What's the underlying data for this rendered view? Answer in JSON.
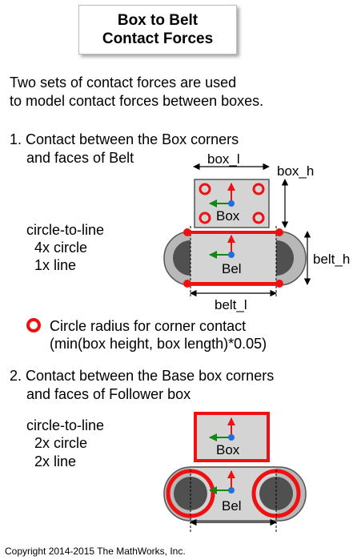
{
  "title": {
    "line1": "Box to Belt",
    "line2": "Contact Forces"
  },
  "intro": {
    "line1": "Two sets of contact forces are used",
    "line2": "to model contact forces between boxes."
  },
  "section1": {
    "heading1": "1. Contact between the Box corners",
    "heading2": "and faces of Belt",
    "method": "circle-to-line",
    "item1": "4x circle",
    "item2": "1x line",
    "labels": {
      "box_l": "box_l",
      "box_h": "box_h",
      "belt_h": "belt_h",
      "belt_l": "belt_l",
      "box": "Box",
      "belt": "Bel"
    }
  },
  "legend": {
    "line1": "Circle radius for corner contact",
    "line2": "(min(box height, box length)*0.05)"
  },
  "section2": {
    "heading1": "2. Contact between the Base box corners",
    "heading2": "and faces of Follower box",
    "method": "circle-to-line",
    "item1": "2x circle",
    "item2": "2x line",
    "labels": {
      "box": "Box",
      "belt": "Bel"
    }
  },
  "footer": {
    "copyright": "Copyright 2014-2015 The MathWorks, Inc."
  },
  "colors": {
    "red": "#ee1111",
    "green": "#118811",
    "blue": "#1f6fe0",
    "gray": "#d4d4d4",
    "dark": "#505050",
    "beltgray": "#b8b8b8"
  }
}
